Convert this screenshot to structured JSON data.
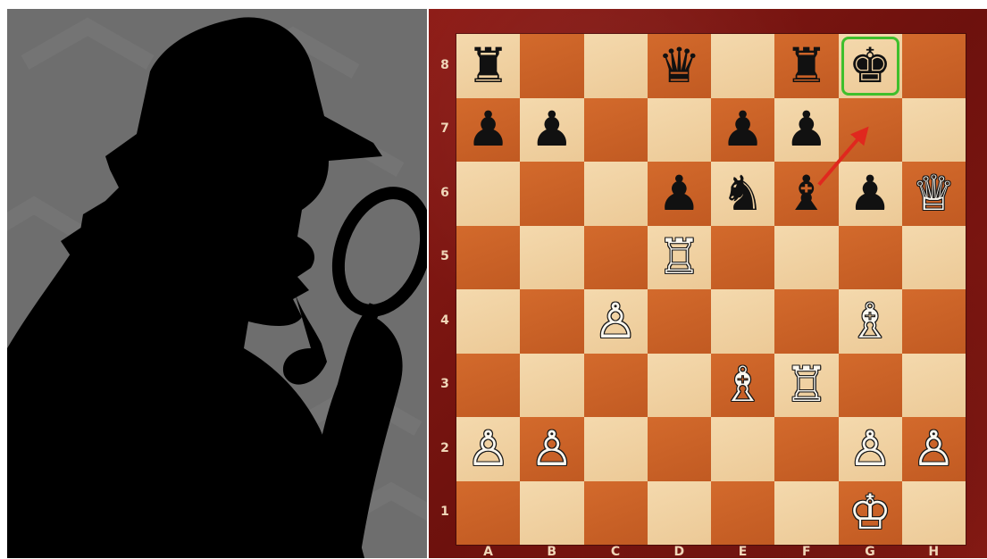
{
  "board": {
    "files": [
      "A",
      "B",
      "C",
      "D",
      "E",
      "F",
      "G",
      "H"
    ],
    "ranks": [
      "8",
      "7",
      "6",
      "5",
      "4",
      "3",
      "2",
      "1"
    ],
    "pieces": [
      {
        "square": "a8",
        "type": "rook",
        "color": "black",
        "glyph": "♜"
      },
      {
        "square": "d8",
        "type": "queen",
        "color": "black",
        "glyph": "♛"
      },
      {
        "square": "f8",
        "type": "rook",
        "color": "black",
        "glyph": "♜"
      },
      {
        "square": "g8",
        "type": "king",
        "color": "black",
        "glyph": "♚"
      },
      {
        "square": "a7",
        "type": "pawn",
        "color": "black",
        "glyph": "♟"
      },
      {
        "square": "b7",
        "type": "pawn",
        "color": "black",
        "glyph": "♟"
      },
      {
        "square": "e7",
        "type": "pawn",
        "color": "black",
        "glyph": "♟"
      },
      {
        "square": "f7",
        "type": "pawn",
        "color": "black",
        "glyph": "♟"
      },
      {
        "square": "d6",
        "type": "pawn",
        "color": "black",
        "glyph": "♟"
      },
      {
        "square": "e6",
        "type": "knight",
        "color": "black",
        "glyph": "♞"
      },
      {
        "square": "f6",
        "type": "bishop",
        "color": "black",
        "glyph": "♝"
      },
      {
        "square": "g6",
        "type": "pawn",
        "color": "black",
        "glyph": "♟"
      },
      {
        "square": "h6",
        "type": "queen",
        "color": "white",
        "glyph": "♕"
      },
      {
        "square": "d5",
        "type": "rook",
        "color": "white",
        "glyph": "♖"
      },
      {
        "square": "c4",
        "type": "pawn",
        "color": "white",
        "glyph": "♙"
      },
      {
        "square": "g4",
        "type": "bishop",
        "color": "white",
        "glyph": "♗"
      },
      {
        "square": "e3",
        "type": "bishop",
        "color": "white",
        "glyph": "♗"
      },
      {
        "square": "f3",
        "type": "rook",
        "color": "white",
        "glyph": "♖"
      },
      {
        "square": "a2",
        "type": "pawn",
        "color": "white",
        "glyph": "♙"
      },
      {
        "square": "b2",
        "type": "pawn",
        "color": "white",
        "glyph": "♙"
      },
      {
        "square": "g2",
        "type": "pawn",
        "color": "white",
        "glyph": "♙"
      },
      {
        "square": "h2",
        "type": "pawn",
        "color": "white",
        "glyph": "♙"
      },
      {
        "square": "g1",
        "type": "king",
        "color": "white",
        "glyph": "♔"
      }
    ],
    "highlighted_square": "g8",
    "highlight_color": "#3fbf2c",
    "arrow": {
      "from": "f6",
      "to": "g7",
      "color": "#e0281e"
    },
    "light_square_color": "#f0d1a2",
    "dark_square_color": "#c9642a",
    "frame_color": "#7d1611"
  },
  "illustration": {
    "subject": "detective silhouette with pipe and magnifying glass",
    "icon": "detective-silhouette-icon",
    "background_color": "#6e6e6e"
  }
}
